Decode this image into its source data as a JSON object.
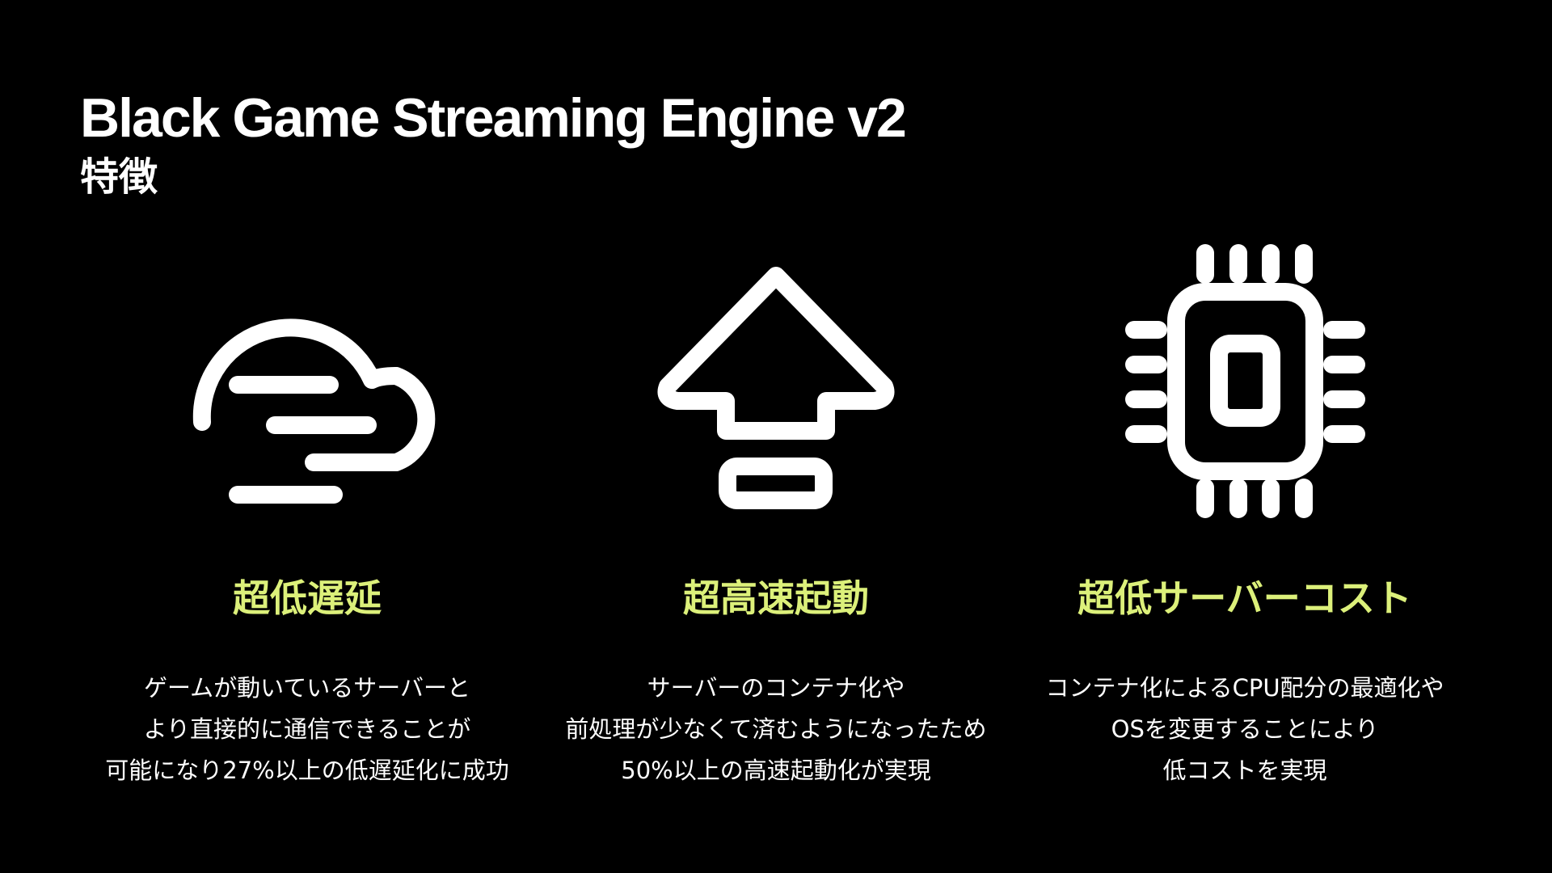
{
  "slide": {
    "title": "Black Game Streaming Engine v2",
    "subtitle": "特徴"
  },
  "features": [
    {
      "icon": "cloud-wind-icon",
      "title": "超低遅延",
      "description": [
        "ゲームが動いているサーバーと",
        "より直接的に通信できることが",
        "可能になり27%以上の低遅延化に成功"
      ]
    },
    {
      "icon": "arrow-up-icon",
      "title": "超高速起動",
      "description": [
        "サーバーのコンテナ化や",
        "前処理が少なくて済むようになったため",
        "50%以上の高速起動化が実現"
      ]
    },
    {
      "icon": "cpu-chip-icon",
      "title": "超低サーバーコスト",
      "description": [
        "コンテナ化によるCPU配分の最適化や",
        "OSを変更することにより",
        "低コストを実現"
      ]
    }
  ],
  "colors": {
    "background": "#000000",
    "text": "#ffffff",
    "accent": "#dcf07a"
  }
}
